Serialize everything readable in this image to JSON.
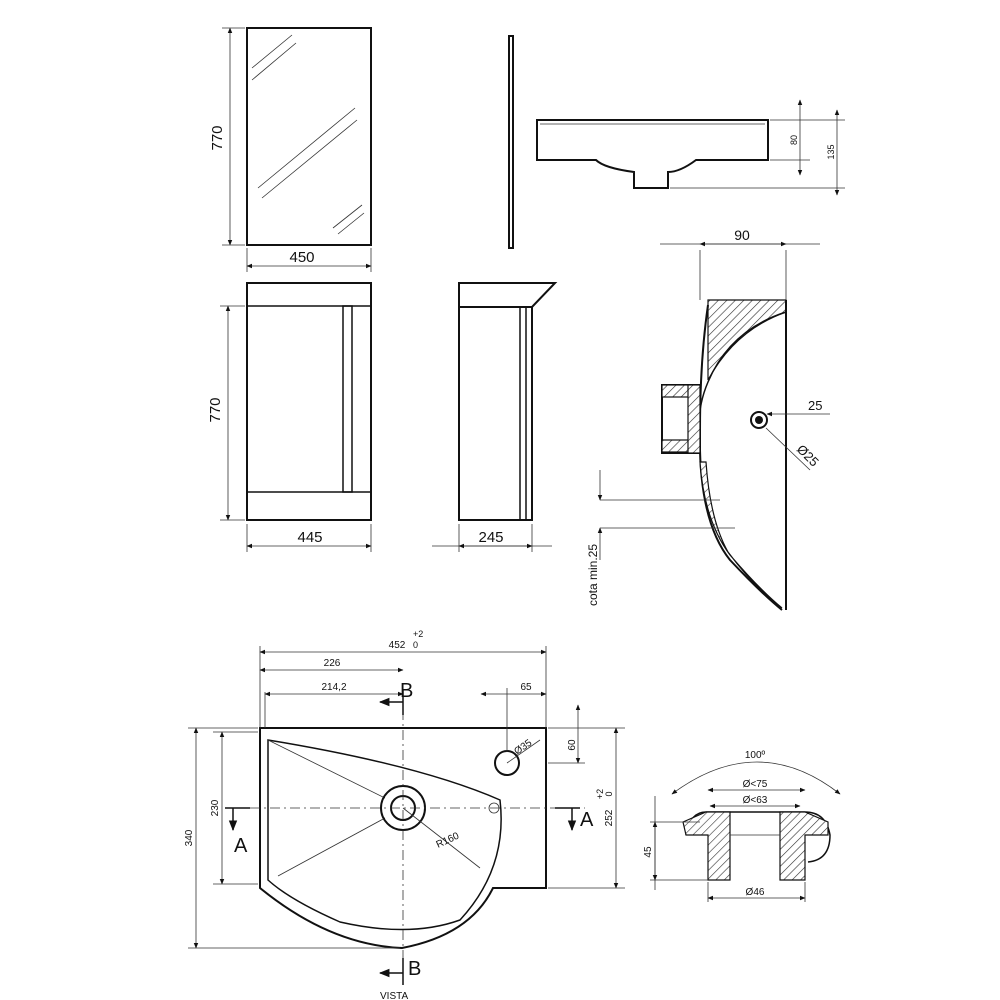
{
  "mirror": {
    "height": "770",
    "width": "450"
  },
  "cabinet": {
    "height": "770",
    "width": "445",
    "depth": "245"
  },
  "basin_side": {
    "dim_a": "80",
    "dim_b": "135"
  },
  "section": {
    "width": "90",
    "tap_hole": "25",
    "diameter": "Ø25",
    "note": "cota min.25"
  },
  "plan": {
    "overall": "452",
    "tol_plus": "+2",
    "tol_zero": "0",
    "dim_226": "226",
    "dim_214": "214,2",
    "dim_65": "65",
    "dim_60": "60",
    "hole": "Ø35",
    "dim_230": "230",
    "dim_340": "340",
    "dim_252": "252",
    "dim_252_tol_plus": "+2",
    "dim_252_tol_zero": "0",
    "radius": "R160",
    "cut_a": "A",
    "cut_b": "B",
    "footer": "VISTA"
  },
  "waste": {
    "angle": "100º",
    "d75": "Ø<75",
    "d63": "Ø<63",
    "height": "45",
    "d46": "Ø46"
  }
}
